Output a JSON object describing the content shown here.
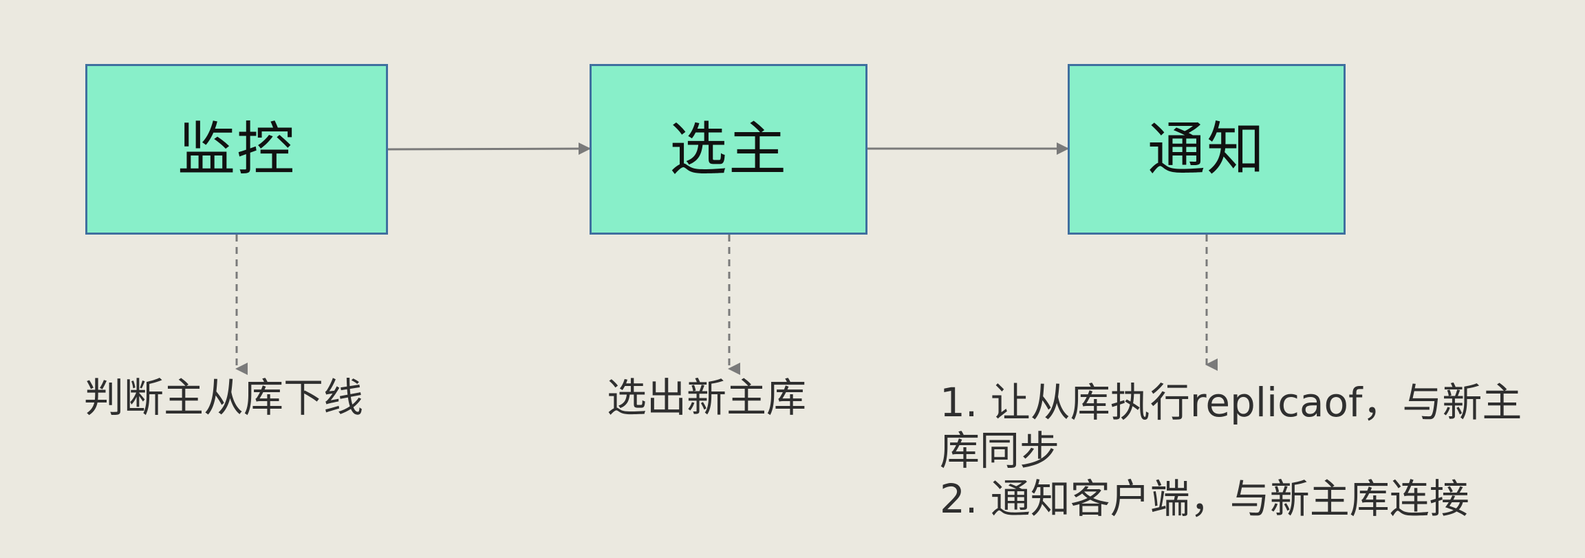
{
  "diagram": {
    "steps": [
      {
        "id": "monitor",
        "label": "监控",
        "description": "判断主从库下线"
      },
      {
        "id": "elect",
        "label": "选主",
        "description": "选出新主库"
      },
      {
        "id": "notify",
        "label": "通知",
        "description_lines": [
          "1. 让从库执行replicaof，与新主",
          "库同步",
          "2. 通知客户端，与新主库连接"
        ]
      }
    ],
    "colors": {
      "background": "#ebe9e0",
      "box_fill": "#88efc9",
      "box_border": "#3f6f9f",
      "arrow": "#7a7a7a"
    }
  }
}
